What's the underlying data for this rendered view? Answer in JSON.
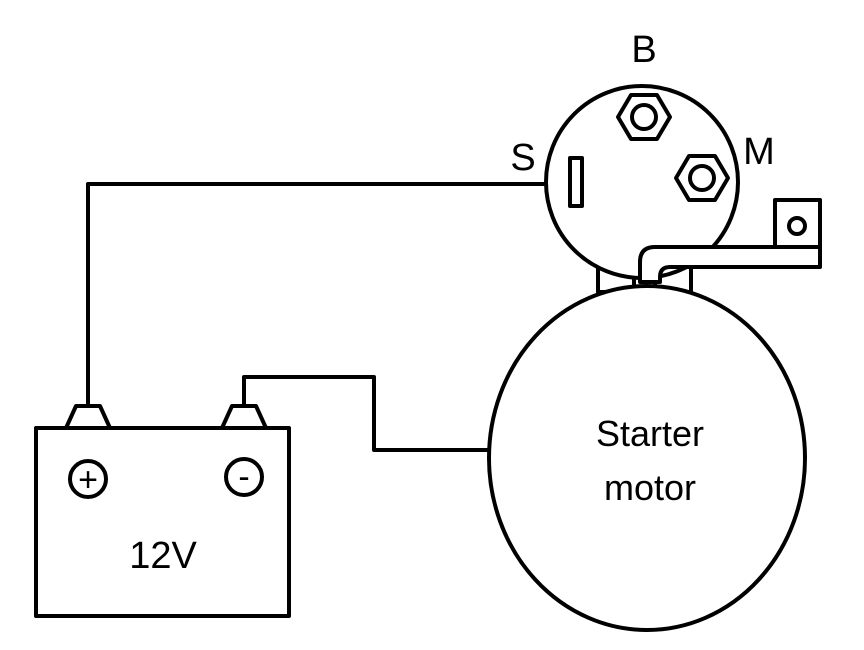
{
  "diagram": {
    "solenoid": {
      "terminal_b": "B",
      "terminal_s": "S",
      "terminal_m": "M"
    },
    "motor": {
      "line1": "Starter",
      "line2": "motor"
    },
    "battery": {
      "positive": "+",
      "negative": "-",
      "voltage": "12V"
    },
    "colors": {
      "stroke": "#000000",
      "background": "#ffffff"
    }
  }
}
